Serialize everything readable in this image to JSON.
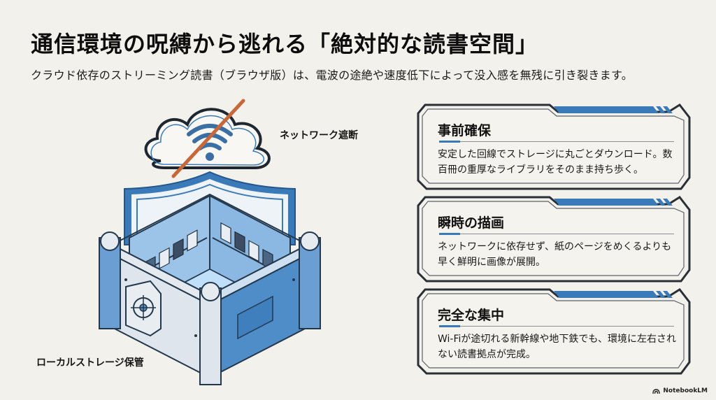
{
  "header": {
    "title": "通信環境の呪縛から逃れる「絶対的な読書空間」",
    "subtitle": "クラウド依存のストリーミング読書（ブラウザ版）は、電波の途絶や速度低下によって没入感を無残に引き裂きます。"
  },
  "illustration": {
    "network_label": "ネットワーク遮断",
    "storage_label": "ローカルストレージ保管",
    "icons": [
      "cloud-icon",
      "wifi-icon",
      "slash-icon",
      "shield-icon",
      "vault-box-icon",
      "books-icon",
      "vault-door-icon"
    ]
  },
  "cards": [
    {
      "heading": "事前確保",
      "body": "安定した回線でストレージに丸ごとダウンロード。数百冊の重厚なライブラリをそのまま持ち歩く。"
    },
    {
      "heading": "瞬時の描画",
      "body": "ネットワークに依存せず、紙のページをめくるよりも早く鮮明に画像が展開。"
    },
    {
      "heading": "完全な集中",
      "body": "Wi-Fiが途切れる新幹線や地下鉄でも、環境に左右されない読書拠点が完成。"
    }
  ],
  "footer": {
    "brand": "NotebookLM"
  },
  "colors": {
    "background": "#f3f1ec",
    "accent_blue": "#3a7ab8",
    "frame_dark": "#2a2f35",
    "slash_orange": "#c8683a"
  }
}
